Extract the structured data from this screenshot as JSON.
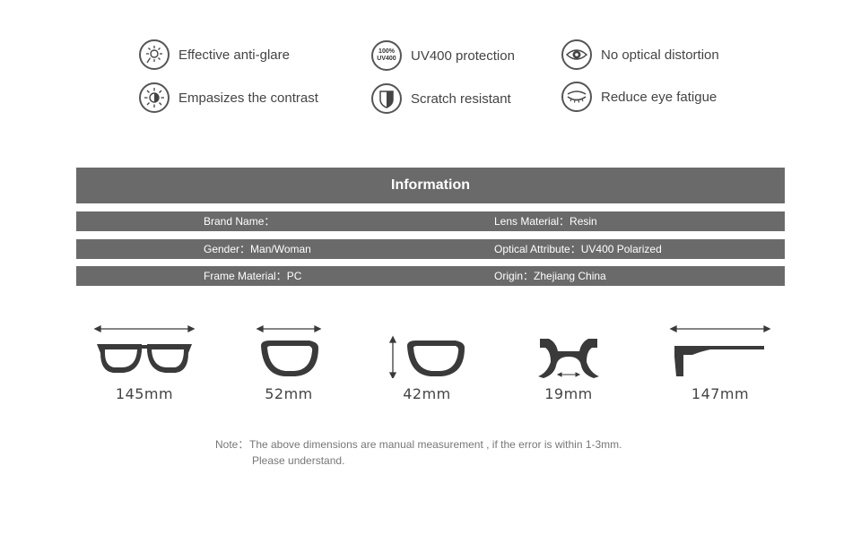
{
  "features": [
    {
      "icon": "sun-glare-icon",
      "label": "Effective anti-glare"
    },
    {
      "icon": "uv400-badge-icon",
      "label": "UV400 protection",
      "badge_top": "100%",
      "badge_bottom": "UV400"
    },
    {
      "icon": "eye-icon",
      "label": "No optical distortion"
    },
    {
      "icon": "contrast-sun-icon",
      "label": "Empasizes the contrast"
    },
    {
      "icon": "shield-icon",
      "label": "Scratch resistant"
    },
    {
      "icon": "closed-eye-icon",
      "label": "Reduce eye fatigue"
    }
  ],
  "info": {
    "title": "Information",
    "rows": [
      {
        "k1": "Brand Name：",
        "v1": "",
        "k2": "Lens Material：",
        "v2": "Resin"
      },
      {
        "k1": "Gender：",
        "v1": "Man/Woman",
        "k2": "Optical Attribute：",
        "v2": "UV400 Polarized"
      },
      {
        "k1": "Frame Material：",
        "v1": "PC",
        "k2": "Origin：",
        "v2": "Zhejiang China"
      }
    ]
  },
  "dimensions": [
    {
      "icon": "frame-width-icon",
      "value": "145mm"
    },
    {
      "icon": "lens-width-icon",
      "value": "52mm"
    },
    {
      "icon": "lens-height-icon",
      "value": "42mm"
    },
    {
      "icon": "bridge-width-icon",
      "value": "19mm"
    },
    {
      "icon": "temple-length-icon",
      "value": "147mm"
    }
  ],
  "note": {
    "lead": "Note：",
    "line1": "The above dimensions are manual measurement , if the error is within 1-3mm.",
    "line2": "Please understand."
  },
  "colors": {
    "bar": "#6a6a6a",
    "frame": "#3a3a3a",
    "text": "#444444"
  }
}
